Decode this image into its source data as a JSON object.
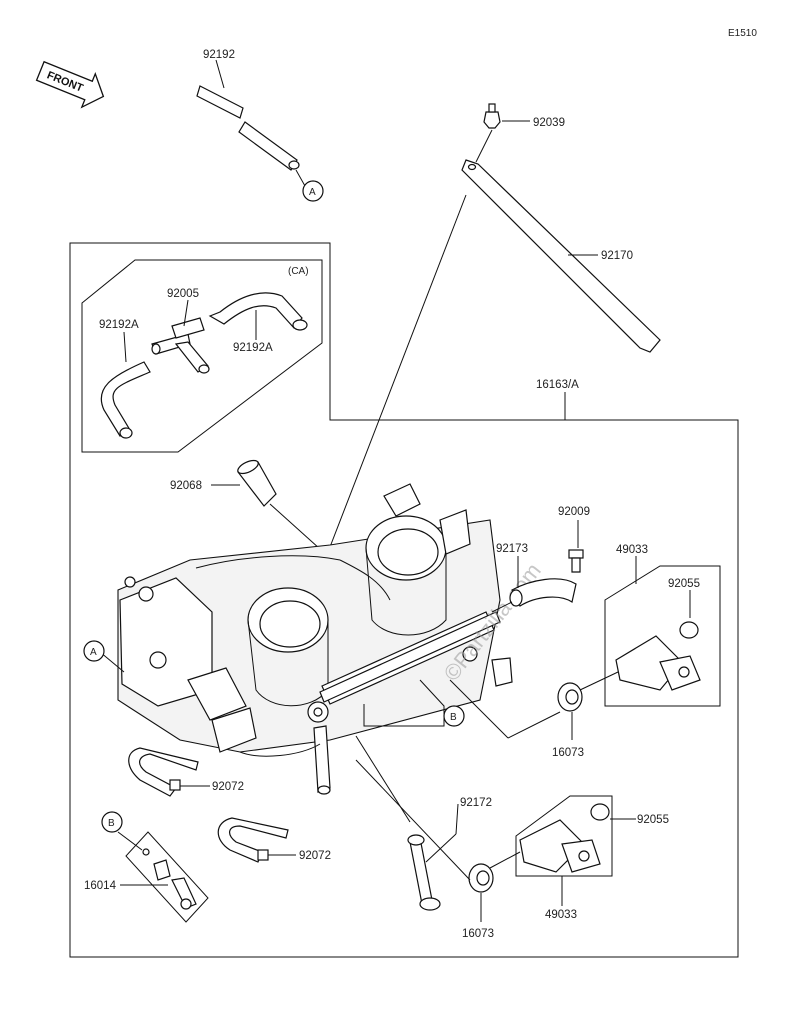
{
  "diagram_code": "E1510",
  "front_label": "FRONT",
  "ca_label": "(CA)",
  "watermark": "©Partzilla.com",
  "callouts": {
    "A": "A",
    "B": "B"
  },
  "parts": {
    "p92192": "92192",
    "p92039": "92039",
    "p92170": "92170",
    "p92005": "92005",
    "p92192a_left": "92192A",
    "p92192a_right": "92192A",
    "p16163a": "16163/A",
    "p92068": "92068",
    "p92009": "92009",
    "p92173": "92173",
    "p49033_top": "49033",
    "p92055_top": "92055",
    "p16073_top": "16073",
    "p92072_a": "92072",
    "p92072_b": "92072",
    "p92172": "92172",
    "p92055_bot": "92055",
    "p16014": "16014",
    "p49033_bot": "49033",
    "p16073_bot": "16073"
  }
}
